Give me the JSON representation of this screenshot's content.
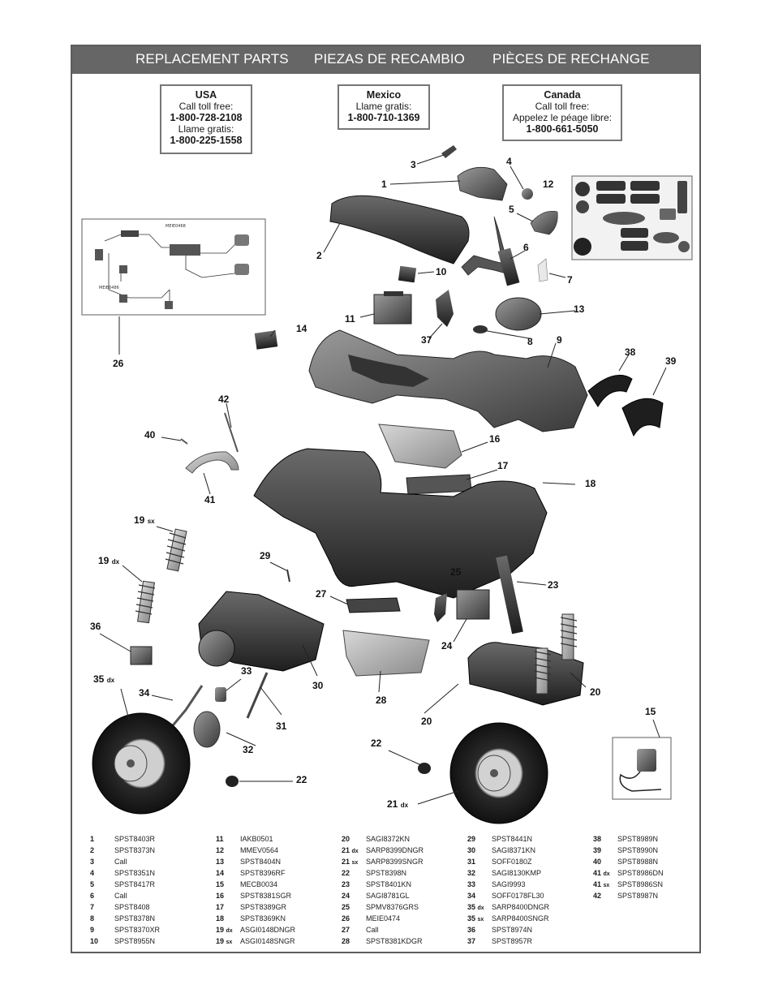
{
  "header": {
    "title_en": "REPLACEMENT PARTS",
    "title_es": "PIEZAS DE RECAMBIO",
    "title_fr": "PIÈCES DE RECHANGE"
  },
  "contacts": {
    "usa": {
      "country": "USA",
      "line1": "Call toll free:",
      "number1": "1-800-728-2108",
      "line2": "Llame gratis:",
      "number2": "1-800-225-1558"
    },
    "mexico": {
      "country": "Mexico",
      "line1": "Llame gratis:",
      "number1": "1-800-710-1369"
    },
    "canada": {
      "country": "Canada",
      "line1": "Call toll free:",
      "line2": "Appelez le péage libre:",
      "number1": "1-800-661-5050"
    }
  },
  "wiring": {
    "label_top": "MEIE0468",
    "label_left": "MEIE0486"
  },
  "callouts": [
    "1",
    "2",
    "3",
    "4",
    "5",
    "6",
    "7",
    "8",
    "9",
    "10",
    "11",
    "12",
    "13",
    "14",
    "15",
    "16",
    "17",
    "18",
    "19",
    "19",
    "20",
    "20",
    "21",
    "22",
    "22",
    "23",
    "24",
    "25",
    "26",
    "27",
    "28",
    "29",
    "30",
    "31",
    "32",
    "33",
    "34",
    "35",
    "36",
    "37",
    "38",
    "39",
    "40",
    "41",
    "42"
  ],
  "callout_suffix": {
    "sx": "sx",
    "dx": "dx"
  },
  "parts": [
    [
      {
        "n": "1",
        "s": "",
        "code": "SPST8403R"
      },
      {
        "n": "2",
        "s": "",
        "code": "SPST8373N"
      },
      {
        "n": "3",
        "s": "",
        "code": "Call"
      },
      {
        "n": "4",
        "s": "",
        "code": "SPST8351N"
      },
      {
        "n": "5",
        "s": "",
        "code": "SPST8417R"
      },
      {
        "n": "6",
        "s": "",
        "code": "Call"
      },
      {
        "n": "7",
        "s": "",
        "code": "SPST8408"
      },
      {
        "n": "8",
        "s": "",
        "code": "SPST8378N"
      },
      {
        "n": "9",
        "s": "",
        "code": "SPST8370XR"
      },
      {
        "n": "10",
        "s": "",
        "code": "SPST8955N"
      }
    ],
    [
      {
        "n": "11",
        "s": "",
        "code": "IAKB0501"
      },
      {
        "n": "12",
        "s": "",
        "code": "MMEV0564"
      },
      {
        "n": "13",
        "s": "",
        "code": "SPST8404N"
      },
      {
        "n": "14",
        "s": "",
        "code": "SPST8396RF"
      },
      {
        "n": "15",
        "s": "",
        "code": "MECB0034"
      },
      {
        "n": "16",
        "s": "",
        "code": "SPST8381SGR"
      },
      {
        "n": "17",
        "s": "",
        "code": "SPST8389GR"
      },
      {
        "n": "18",
        "s": "",
        "code": "SPST8369KN"
      },
      {
        "n": "19",
        "s": "dx",
        "code": "ASGI0148DNGR"
      },
      {
        "n": "19",
        "s": "sx",
        "code": "ASGI0148SNGR"
      }
    ],
    [
      {
        "n": "20",
        "s": "",
        "code": "SAGI8372KN"
      },
      {
        "n": "21",
        "s": "dx",
        "code": "SARP8399DNGR"
      },
      {
        "n": "21",
        "s": "sx",
        "code": "SARP8399SNGR"
      },
      {
        "n": "22",
        "s": "",
        "code": "SPST8398N"
      },
      {
        "n": "23",
        "s": "",
        "code": "SPST8401KN"
      },
      {
        "n": "24",
        "s": "",
        "code": "SAGI8781GL"
      },
      {
        "n": "25",
        "s": "",
        "code": "SPMV8376GRS"
      },
      {
        "n": "26",
        "s": "",
        "code": "MEIE0474"
      },
      {
        "n": "27",
        "s": "",
        "code": "Call"
      },
      {
        "n": "28",
        "s": "",
        "code": "SPST8381KDGR"
      }
    ],
    [
      {
        "n": "29",
        "s": "",
        "code": "SPST8441N"
      },
      {
        "n": "30",
        "s": "",
        "code": "SAGI8371KN"
      },
      {
        "n": "31",
        "s": "",
        "code": "SOFF0180Z"
      },
      {
        "n": "32",
        "s": "",
        "code": "SAGI8130KMP"
      },
      {
        "n": "33",
        "s": "",
        "code": "SAGI9993"
      },
      {
        "n": "34",
        "s": "",
        "code": "SOFF0178FL30"
      },
      {
        "n": "35",
        "s": "dx",
        "code": "SARP8400DNGR"
      },
      {
        "n": "35",
        "s": "sx",
        "code": "SARP8400SNGR"
      },
      {
        "n": "36",
        "s": "",
        "code": "SPST8974N"
      },
      {
        "n": "37",
        "s": "",
        "code": "SPST8957R"
      }
    ],
    [
      {
        "n": "38",
        "s": "",
        "code": "SPST8989N"
      },
      {
        "n": "39",
        "s": "",
        "code": "SPST8990N"
      },
      {
        "n": "40",
        "s": "",
        "code": "SPST8988N"
      },
      {
        "n": "41",
        "s": "dx",
        "code": "SPST8986DN"
      },
      {
        "n": "41",
        "s": "sx",
        "code": "SPST8986SN"
      },
      {
        "n": "42",
        "s": "",
        "code": "SPST8987N"
      }
    ]
  ]
}
